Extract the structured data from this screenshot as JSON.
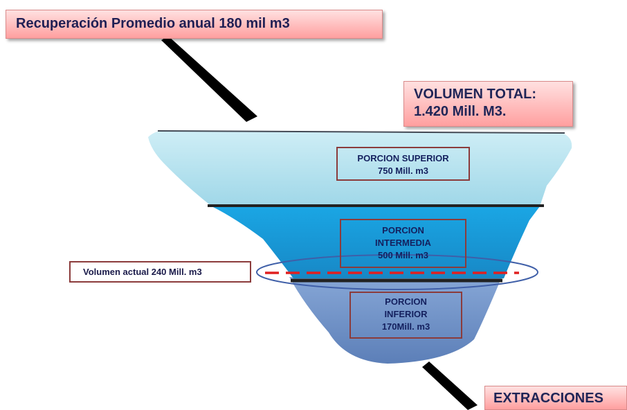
{
  "recuperacion": "Recuperación Promedio anual 180 mil m3",
  "volumen_total": {
    "line1": "VOLUMEN TOTAL:",
    "line2": "1.420 Mill. M3."
  },
  "sections": {
    "superior": {
      "line1": "PORCION SUPERIOR",
      "line2": "750 Mill. m3"
    },
    "intermedia": {
      "line1": "PORCION",
      "line2": "INTERMEDIA",
      "line3": "500 Mill. m3"
    },
    "inferior": {
      "line1": "PORCION",
      "line2": "INFERIOR",
      "line3": "170Mill. m3"
    }
  },
  "volumen_actual": "Volumen actual 240 Mill. m3",
  "extracciones": "EXTRACCIONES",
  "colors": {
    "top_layer": "#a6dcea",
    "middle_layer": "#1d9fdc",
    "bottom_layer": "#6f95cc",
    "dashed_line": "#e02020",
    "ellipse": "#3f5fa8",
    "label_fill": "#ff9f9f"
  }
}
